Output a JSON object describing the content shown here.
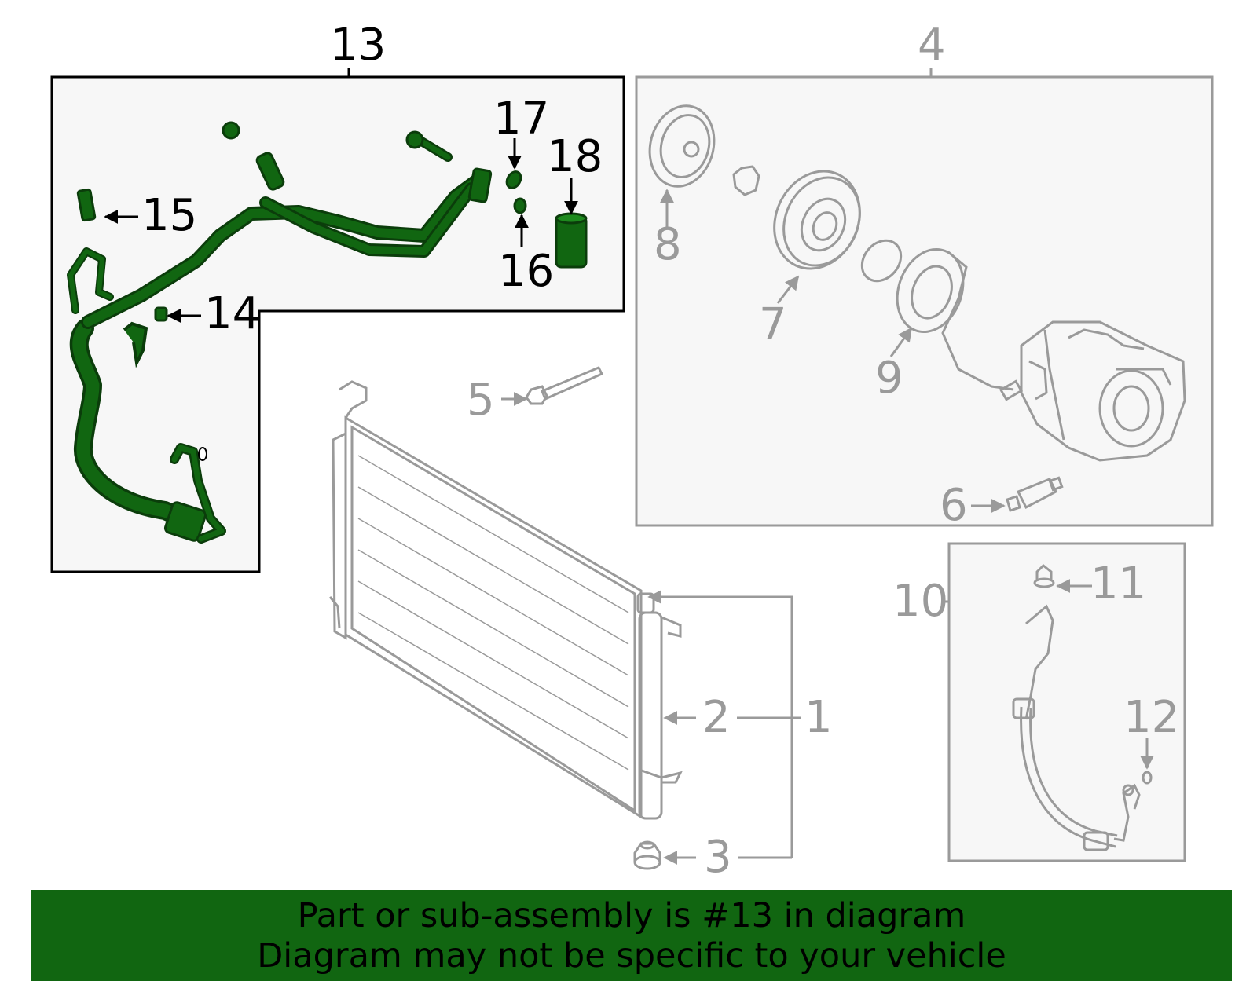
{
  "colors": {
    "highlight": "#116611",
    "highlight_stroke": "#0b3d0b",
    "dim_part": "#9a9a9a",
    "panel_fill": "#f7f7f7",
    "banner": "#116611"
  },
  "callouts": {
    "c1": "1",
    "c2": "2",
    "c3": "3",
    "c4": "4",
    "c5": "5",
    "c6": "6",
    "c7": "7",
    "c8": "8",
    "c9": "9",
    "c10": "10",
    "c11": "11",
    "c12": "12",
    "c13": "13",
    "c14": "14",
    "c15": "15",
    "c16": "16",
    "c17": "17",
    "c18": "18"
  },
  "banner": {
    "line1": "Part or sub-assembly is #13 in diagram",
    "line2": "Diagram may not be specific to your vehicle"
  }
}
